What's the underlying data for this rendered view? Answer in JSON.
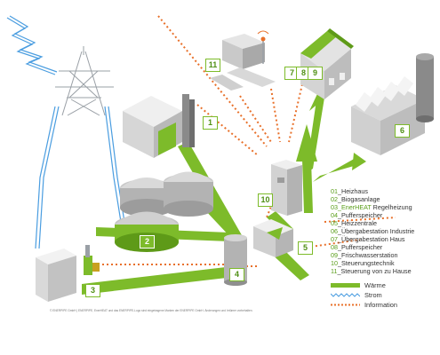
{
  "colors": {
    "heat": "#7dbb2a",
    "electricity": "#4a9de0",
    "information": "#e8702a",
    "building_light": "#e9e9e9",
    "building_mid": "#c9c9c9",
    "building_dark": "#9c9c9c"
  },
  "callouts": [
    {
      "id": "c1",
      "label": "1"
    },
    {
      "id": "c2",
      "label": "2"
    },
    {
      "id": "c3",
      "label": "3"
    },
    {
      "id": "c4",
      "label": "4"
    },
    {
      "id": "c5",
      "label": "5"
    },
    {
      "id": "c6",
      "label": "6"
    },
    {
      "id": "c7",
      "label": "7"
    },
    {
      "id": "c8",
      "label": "8"
    },
    {
      "id": "c9",
      "label": "9"
    },
    {
      "id": "c10",
      "label": "10"
    },
    {
      "id": "c11",
      "label": "11"
    }
  ],
  "legend": {
    "items": [
      {
        "num": "01",
        "text": "_Heizhaus"
      },
      {
        "num": "02",
        "text": "_Biogasanlage"
      },
      {
        "num": "03",
        "prefix": "_",
        "highlight": "EnerHEAT",
        "text": " Regelheizung"
      },
      {
        "num": "04",
        "text": "_Pufferspeicher"
      },
      {
        "num": "05",
        "text": "_Heizzentrale"
      },
      {
        "num": "06",
        "text": "_Übergabestation Industrie"
      },
      {
        "num": "07",
        "text": "_Übergabestation Haus"
      },
      {
        "num": "08",
        "text": "_Pufferspeicher"
      },
      {
        "num": "09",
        "text": "_Frischwasserstation"
      },
      {
        "num": "10",
        "text": "_Steuerungstechnik"
      },
      {
        "num": "11",
        "text": "_Steuerung von zu Hause"
      }
    ],
    "key": {
      "heat": "Wärme",
      "electricity": "Strom",
      "information": "Information"
    }
  },
  "footer_note": "© ENERPIPE GmbH | ENERPIPE, EnerHEAT und das ENERPIPE-Logo sind eingetragene Marken der ENERPIPE GmbH. Änderungen und Irrtümer vorbehalten."
}
